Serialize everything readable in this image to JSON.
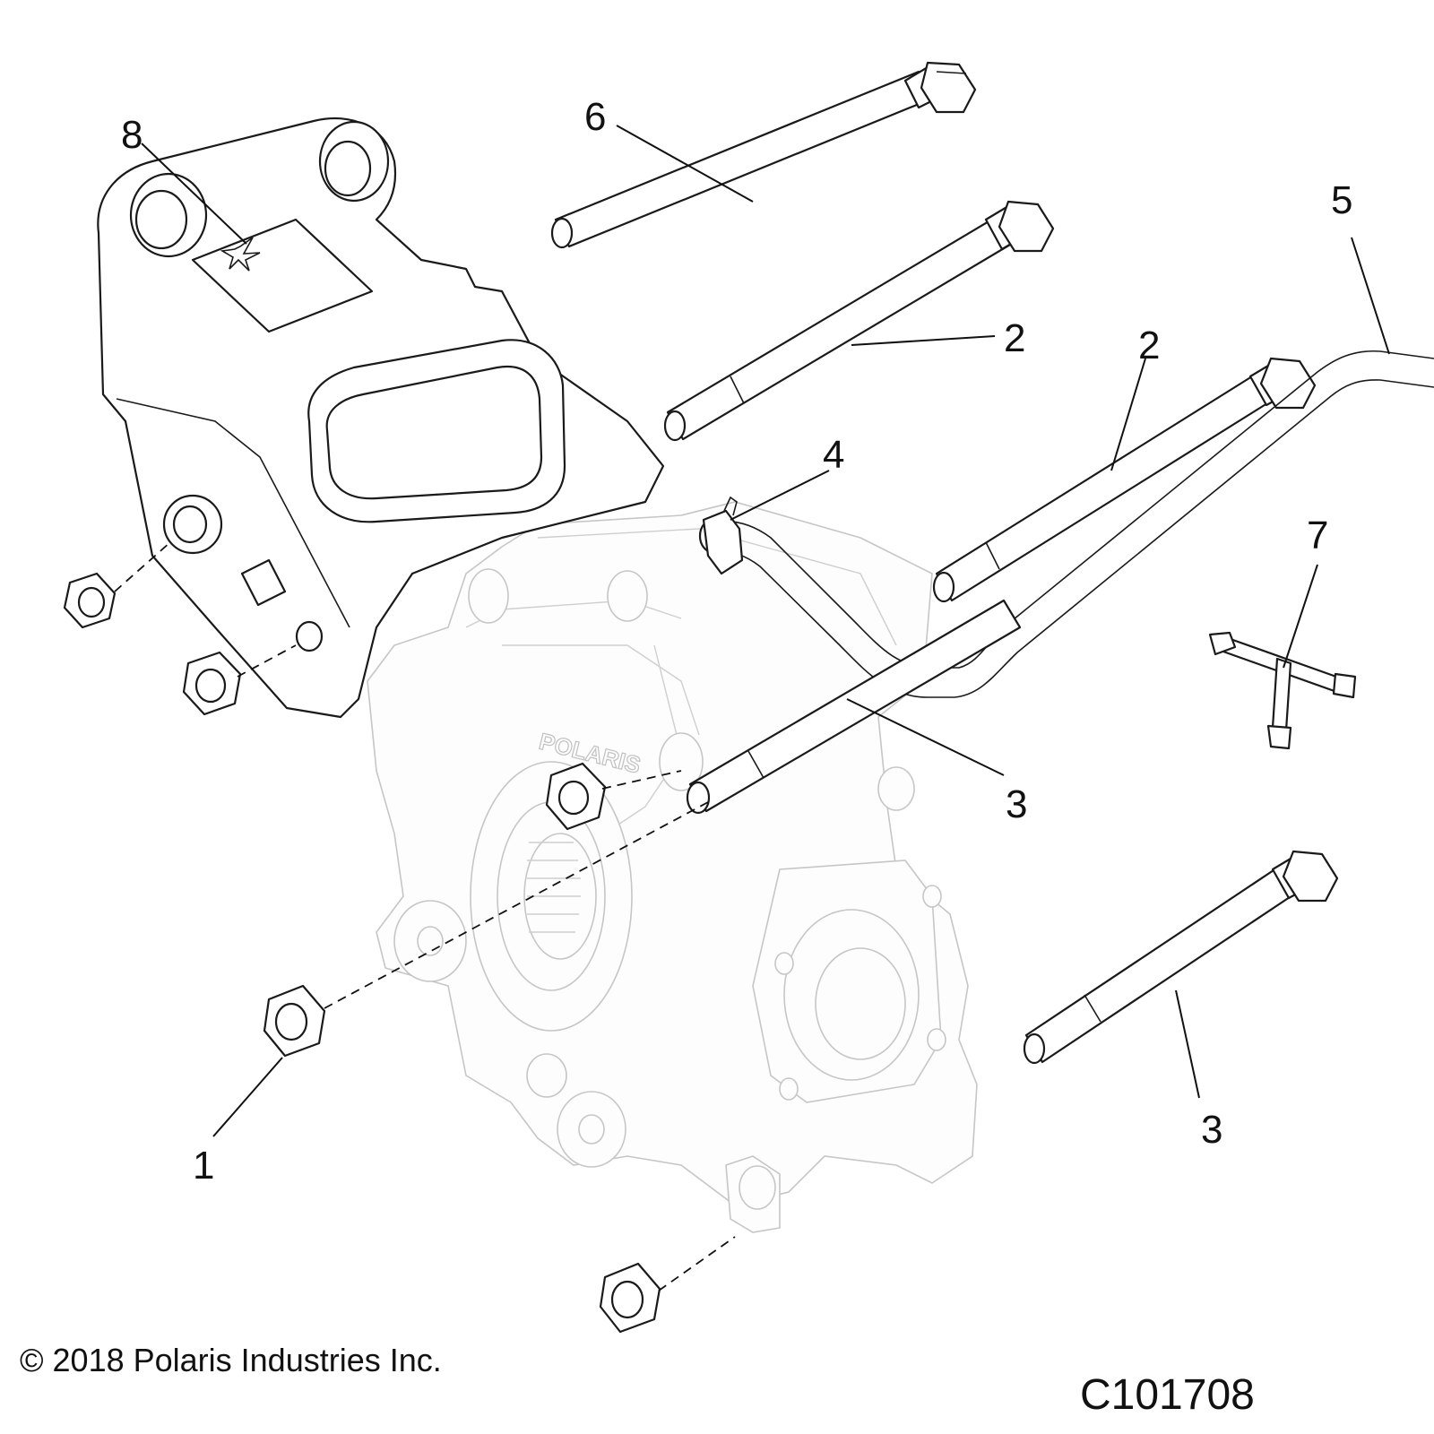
{
  "callouts": {
    "c1": "1",
    "c2a": "2",
    "c2b": "2",
    "c3a": "3",
    "c3b": "3",
    "c4": "4",
    "c5": "5",
    "c6": "6",
    "c7": "7",
    "c8": "8"
  },
  "footer": {
    "copyright": "© 2018 Polaris Industries Inc.",
    "drawing_id": "C101708"
  },
  "logo_text": "POLARIS",
  "colors": {
    "line": "#1a1a1a",
    "ghost": "#c6c6c6",
    "background": "#ffffff"
  }
}
